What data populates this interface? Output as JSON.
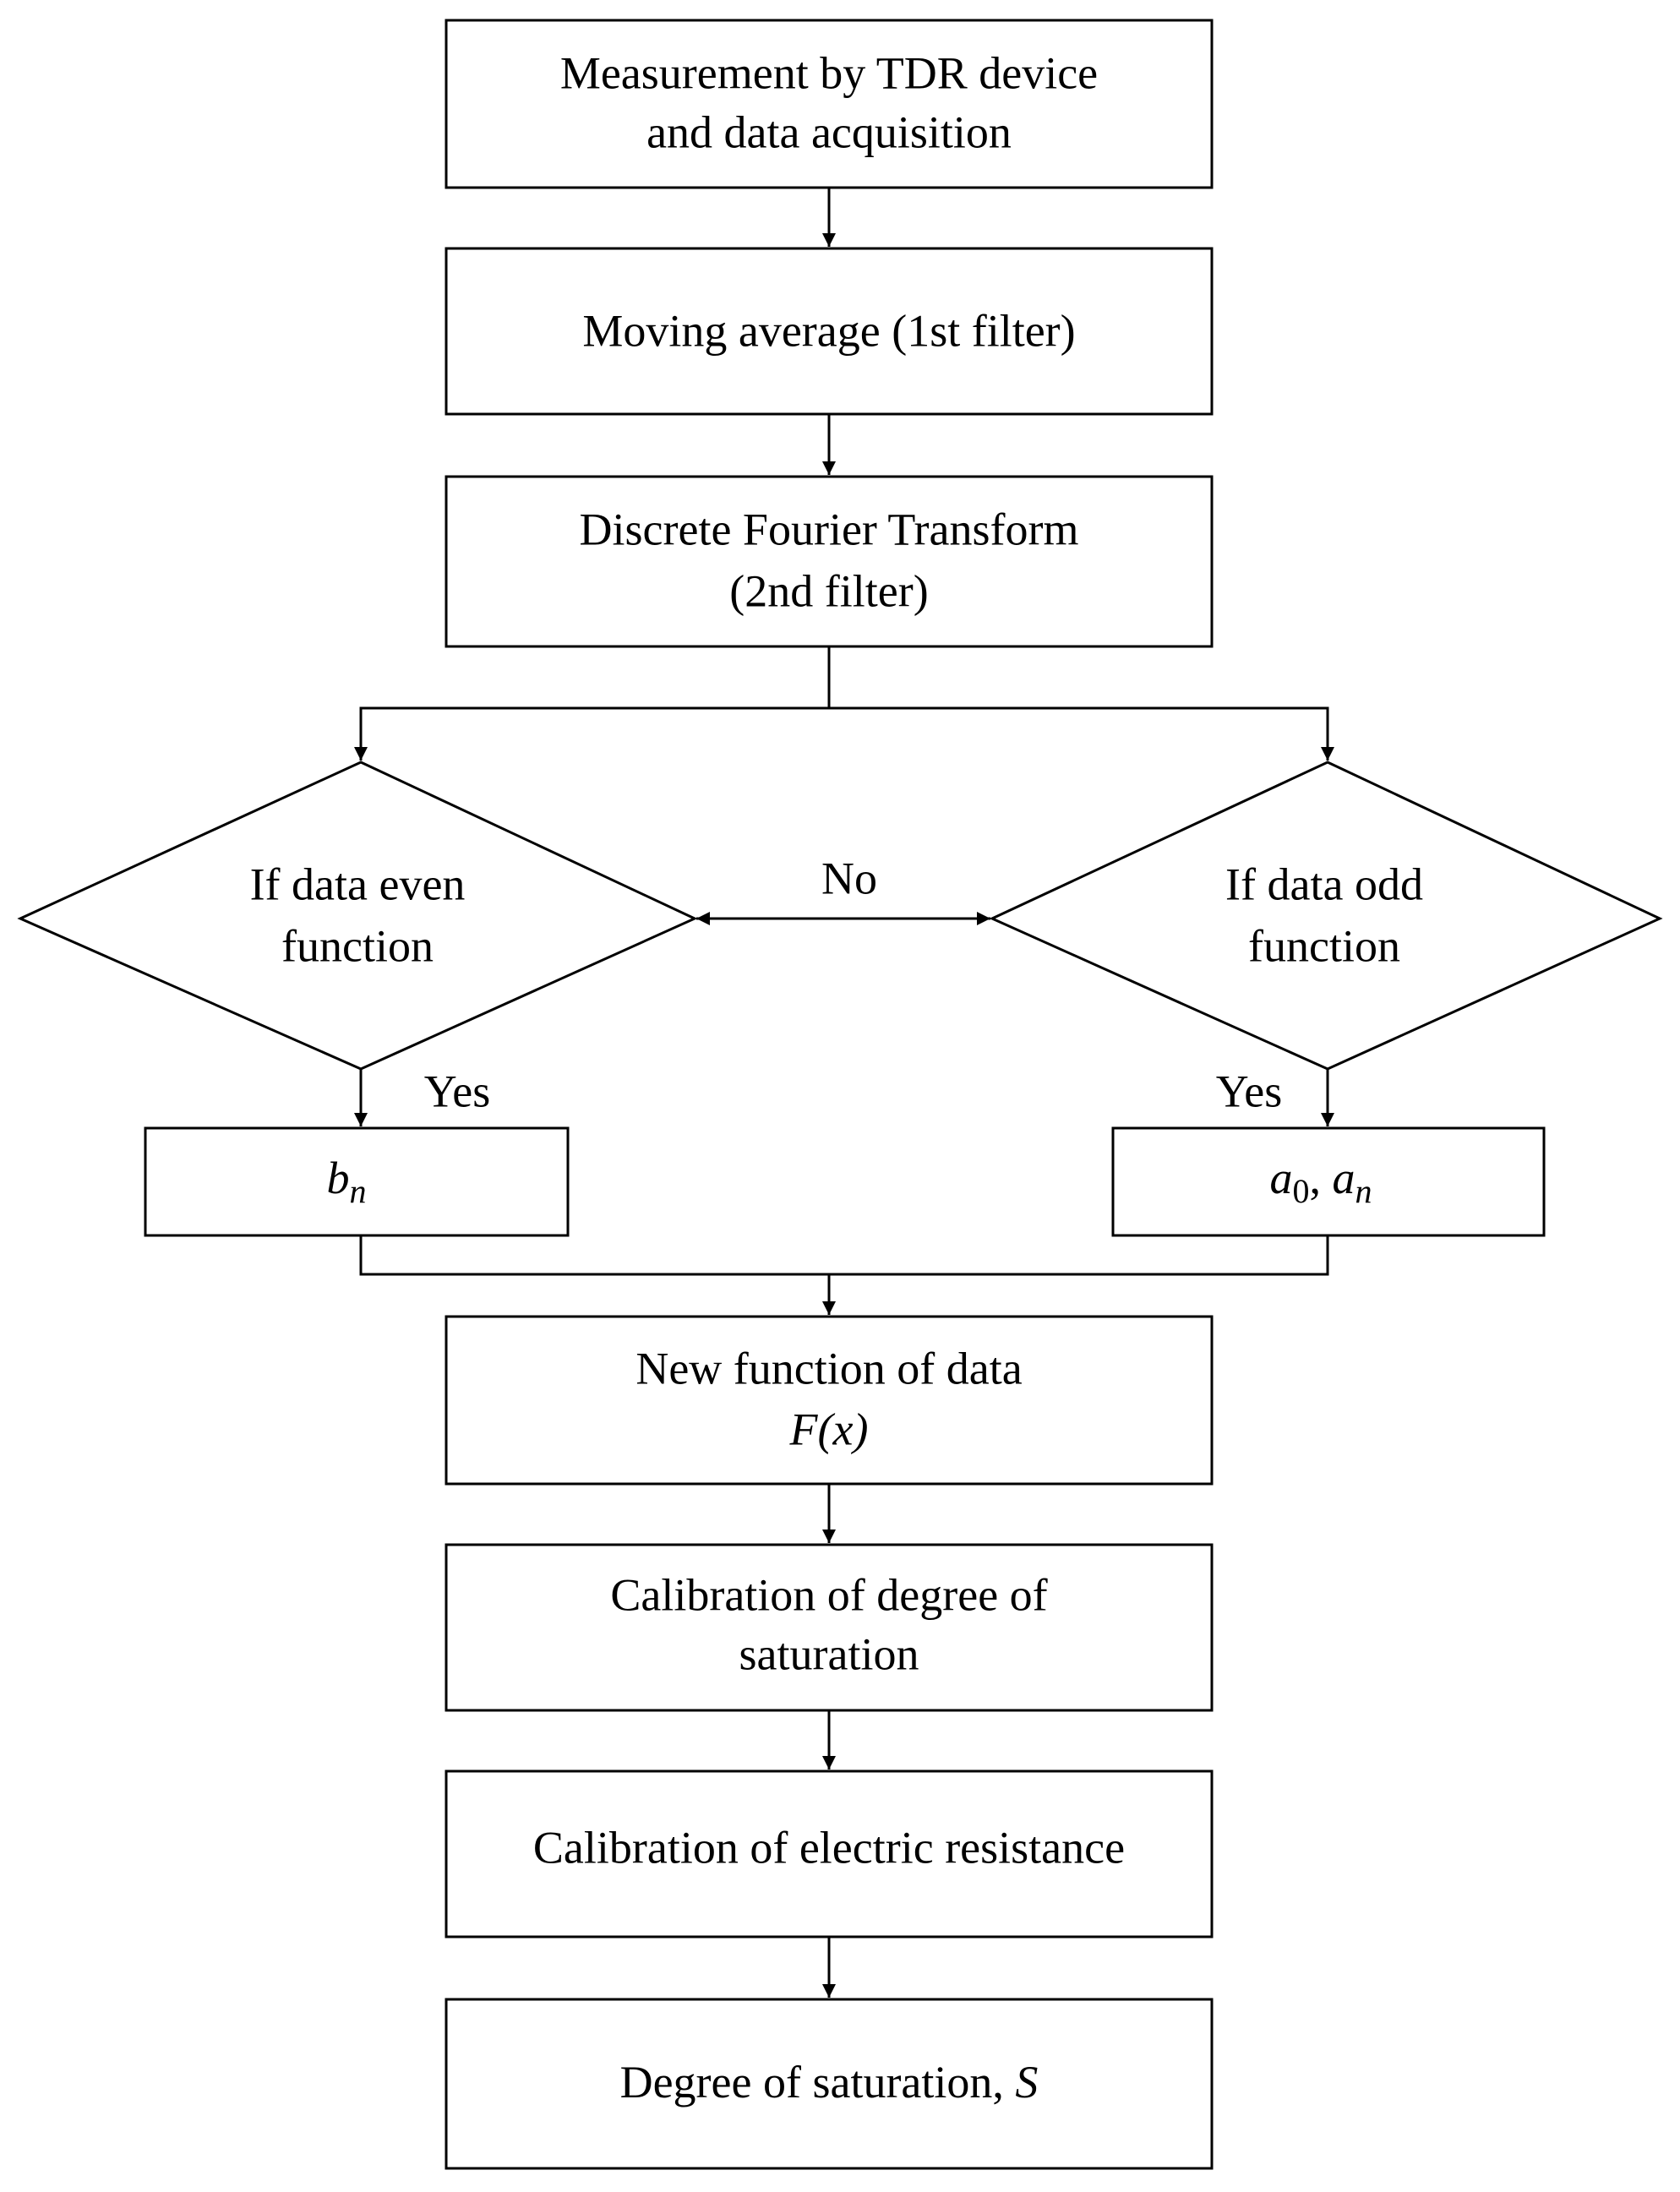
{
  "nodes": {
    "measurement": {
      "lines": [
        "Measurement by TDR device",
        "and data acquisition"
      ]
    },
    "moving_average": {
      "lines": [
        "Moving average (1st filter)"
      ]
    },
    "dft": {
      "lines": [
        "Discrete Fourier Transform",
        "(2nd filter)"
      ]
    },
    "even_check": {
      "lines": [
        "If data even",
        "function"
      ]
    },
    "odd_check": {
      "lines": [
        "If data odd",
        "function"
      ]
    },
    "bn": {
      "base": "b",
      "sub": "n"
    },
    "a0an": {
      "a0_base": "a",
      "a0_sub": "0",
      "sep": ",",
      "an_base": "a",
      "an_sub": "n"
    },
    "new_function": {
      "line1": "New function of data",
      "line2": "F(x)"
    },
    "cal_saturation": {
      "lines": [
        "Calibration of degree of",
        "saturation"
      ]
    },
    "cal_resistance": {
      "lines": [
        "Calibration of electric resistance"
      ]
    },
    "degree_saturation": {
      "text": "Degree of saturation, ",
      "symbol": "S"
    }
  },
  "edge_labels": {
    "no": "No",
    "yes_left": "Yes",
    "yes_right": "Yes"
  },
  "colors": {
    "stroke": "#000000",
    "fill": "#ffffff"
  }
}
